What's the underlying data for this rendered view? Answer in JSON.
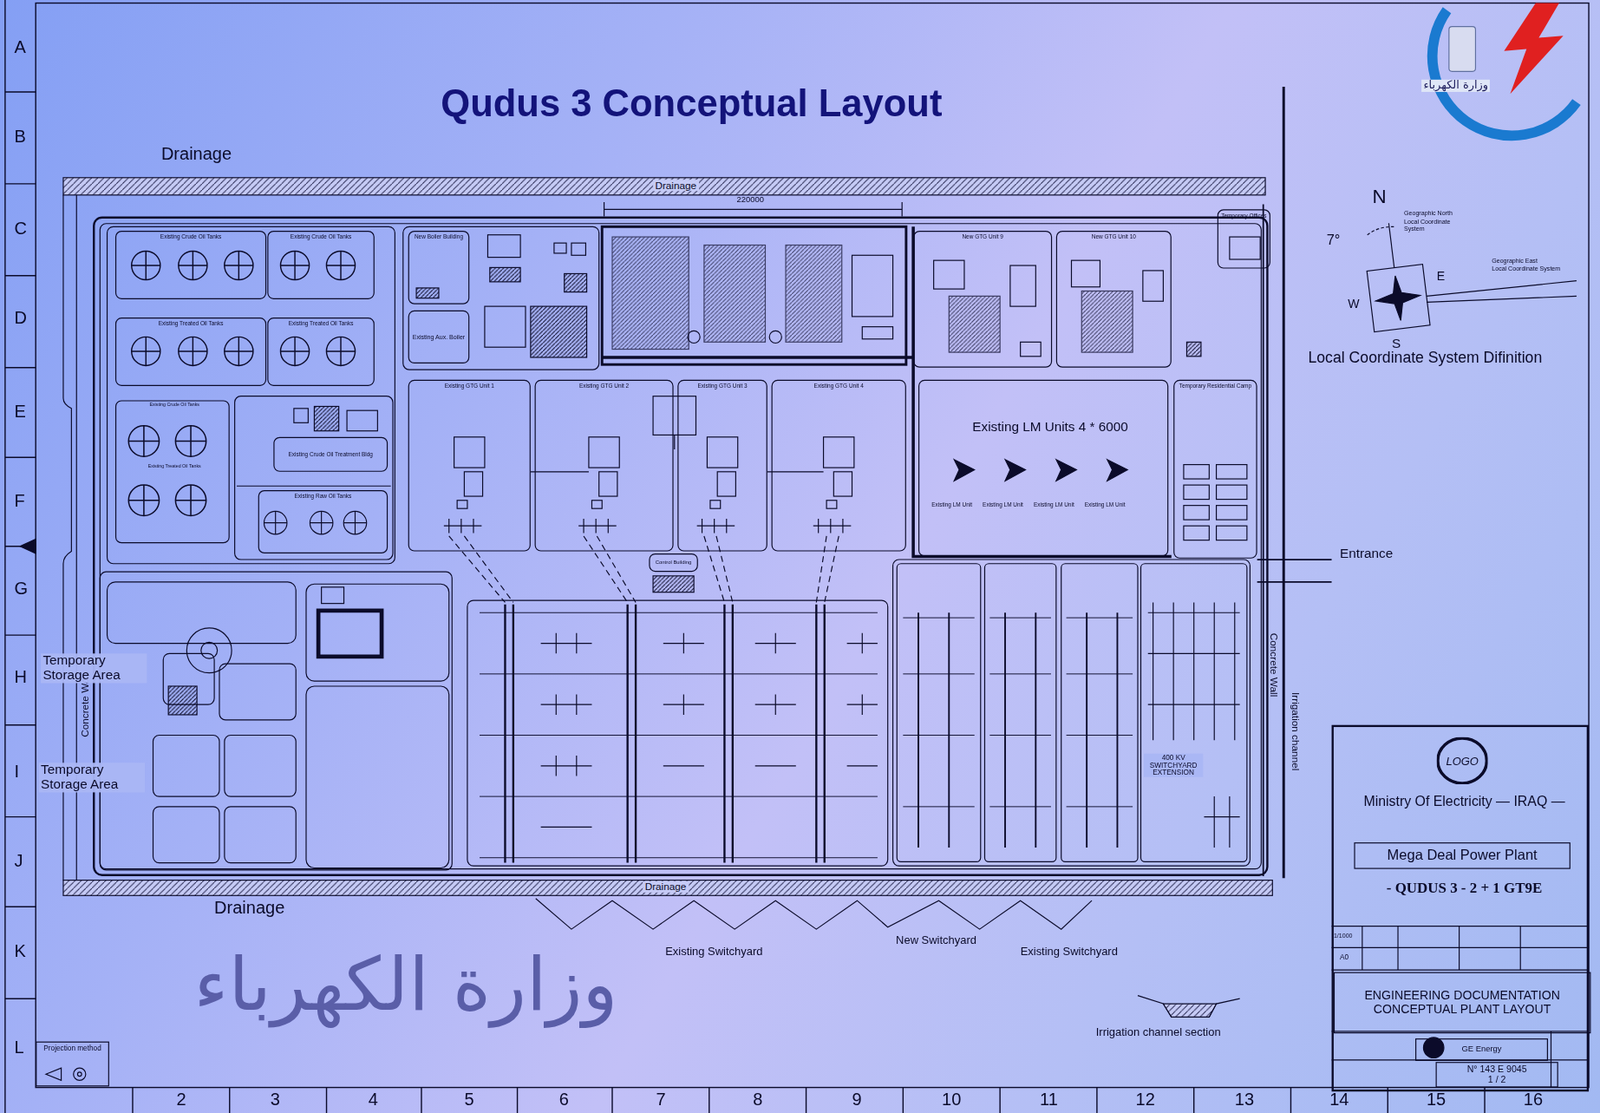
{
  "diagram": {
    "title": "Qudus 3 Conceptual Layout",
    "nodes": [
      {
        "text": [
          "Existing Crude Oil Tanks"
        ]
      },
      {
        "text": [
          "Existing Crude Oil Tanks"
        ]
      },
      {
        "text": [
          "Existing Treated Oil Tanks"
        ]
      },
      {
        "text": [
          "Existing Treated Oil Tanks"
        ]
      },
      {
        "text": [
          "New Boiler Building"
        ]
      },
      {
        "text": [
          "Existing Aux. Boiler"
        ]
      },
      {
        "text": [
          "Temporary Offices"
        ]
      },
      {
        "text": [
          "New GTG Unit 9"
        ]
      },
      {
        "text": [
          "New GTG Unit 10"
        ]
      },
      {
        "text": [
          "Existing Crude Oil Tanks",
          "Existing Treated Oil Tanks"
        ]
      },
      {
        "text": [
          "Existing Crude Oil Treatment Bldg"
        ]
      },
      {
        "text": [
          "Existing Raw Oil Tanks"
        ]
      },
      {
        "text": [
          "Existing GTG Unit 1"
        ]
      },
      {
        "text": [
          "Existing GTG Unit 2"
        ]
      },
      {
        "text": [
          "Existing GTG Unit 3"
        ]
      },
      {
        "text": [
          "Existing GTG Unit 4"
        ]
      },
      {
        "text": [
          "Existing LM Units 4 * 6000"
        ]
      },
      {
        "text": [
          "Temporary Residential Camp"
        ]
      },
      {
        "text": [
          "Control Building"
        ]
      },
      {
        "text": [
          "Ministry Of Electricity — IRAQ —",
          "- QUDUS 3 - 2 + 1 GT9E"
        ]
      },
      {
        "text": [
          "LOGO"
        ],
        "in": 19
      },
      {
        "text": [
          "Mega Deal Power Plant"
        ],
        "in": 19
      },
      {
        "text": [
          "ENGINEERING DOCUMENTATION CONCEPTUAL PLANT LAYOUT"
        ],
        "in": 19
      },
      {
        "text": [
          "GE Energy"
        ],
        "in": 19
      },
      {
        "text": [
          "N° 143 E 9045",
          "1 / 2"
        ],
        "in": 19
      },
      {
        "text": [
          "Projection method"
        ]
      }
    ],
    "labels": [
      "Drainage",
      "Drainage",
      "220000",
      "Drainage",
      "Drainage",
      "Existing Switchyard",
      "New Switchyard",
      "Existing Switchyard",
      "Irrigation channel section",
      "Entrance",
      "Concrete Wall",
      "Irrigation channel",
      "Concrete Wall",
      "Temporary Storage Area",
      "Temporary Storage Area",
      "N",
      "W",
      "E",
      "S",
      "7°",
      "Geographic North",
      "Local Coordinate System",
      "Geographic East",
      "Local Coordinate System",
      "Local Coordinate System Difinition",
      "Existing LM Unit",
      "Existing LM Unit",
      "Existing LM Unit",
      "Existing LM Unit",
      "400 KV SWITCHYARD EXTENSION",
      "1/1000",
      "A0",
      "وزارة الكهرباء",
      "وزارة الكهرباء",
      "A",
      "B",
      "C",
      "D",
      "E",
      "F",
      "G",
      "H",
      "I",
      "J",
      "K",
      "L",
      "2",
      "3",
      "4",
      "5",
      "6",
      "7",
      "8",
      "9",
      "10",
      "11",
      "12",
      "13",
      "14",
      "15",
      "16"
    ]
  }
}
